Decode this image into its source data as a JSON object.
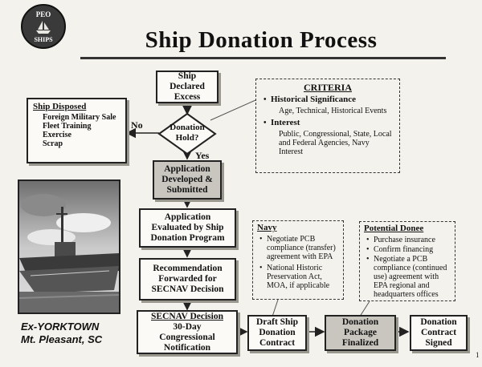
{
  "logo": {
    "top": "PEO",
    "bottom": "SHIPS"
  },
  "title": "Ship Donation Process",
  "boxes": {
    "declared": "Ship Declared Excess",
    "decision": "Donation Hold?",
    "application": "Application Developed & Submitted",
    "evaluated": "Application Evaluated by Ship Donation Program",
    "recommendation": "Recommendation Forwarded for SECNAV Decision",
    "secnav": {
      "title": "SECNAV Decision",
      "body": "30-Day Congressional Notification"
    },
    "draft": "Draft Ship Donation Contract",
    "package": "Donation Package Finalized",
    "signed": "Donation Contract Signed"
  },
  "labels": {
    "no": "No",
    "yes": "Yes"
  },
  "disposed": {
    "title": "Ship Disposed",
    "items": [
      "Foreign Military Sale",
      "Fleet Training Exercise",
      "Scrap"
    ]
  },
  "criteria": {
    "title": "CRITERIA",
    "items": [
      {
        "label": "Historical Significance",
        "sub": "Age, Technical, Historical Events"
      },
      {
        "label": "Interest",
        "sub": "Public, Congressional, State, Local and Federal Agencies, Navy Interest"
      }
    ]
  },
  "navy": {
    "title": "Navy",
    "items": [
      "Negotiate PCB compliance (transfer) agreement with EPA",
      "National Historic Preservation Act, MOA, if applicable"
    ]
  },
  "donee": {
    "title": "Potential Donee",
    "items": [
      "Purchase insurance",
      "Confirm financing",
      "Negotiate a PCB compliance (continued use) agreement with EPA regional and headquarters offices"
    ]
  },
  "photo_caption": {
    "line1": "Ex-YORKTOWN",
    "line2": "Mt. Pleasant, SC"
  },
  "page_number": "1"
}
